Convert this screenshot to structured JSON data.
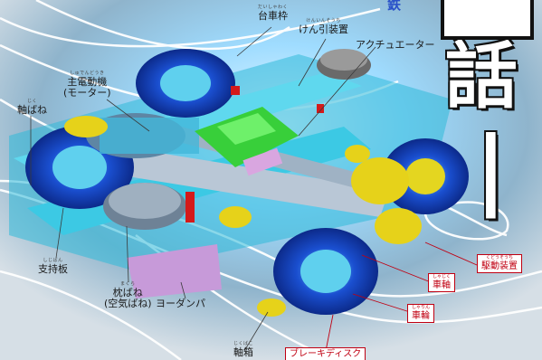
{
  "title": {
    "small": "鉄",
    "chars": [
      "話",
      "|"
    ]
  },
  "labels": {
    "daishawaku": {
      "ruby": "だいしゃわく",
      "text": "台車枠"
    },
    "kenin": {
      "ruby": "けんいんそうち",
      "text": "けん引装置"
    },
    "actuator": {
      "ruby": "",
      "text": "アクチュエーター"
    },
    "motor": {
      "ruby": "しゅでんどうき",
      "text": "主電動機",
      "sub": "(モーター)"
    },
    "jikubane": {
      "ruby": "じく",
      "text": "軸ばね"
    },
    "shijiban": {
      "ruby": "しじばん",
      "text": "支持板"
    },
    "makurabane": {
      "ruby": "まくら",
      "text": "枕ばね",
      "sub": "(空気ばね)"
    },
    "yawdamper": {
      "ruby": "",
      "text": "ヨーダンパ"
    },
    "jikubako": {
      "ruby": "じくばこ",
      "text": "軸箱"
    },
    "kudou": {
      "ruby": "くどうそうち",
      "text": "駆動装置"
    },
    "shajiku": {
      "ruby": "しゃじく",
      "text": "車軸"
    },
    "sharin": {
      "ruby": "しゃりん",
      "text": "車輪"
    },
    "brake": {
      "ruby": "",
      "text": "ブレーキディスク"
    }
  },
  "colors": {
    "background_glow": "#8fd3ff",
    "frame_cyan": "#3fd0e6",
    "wheel_blue": "#1f3fb0",
    "gear_yellow": "#e6d21a",
    "green_part": "#3bd13b",
    "purple_part": "#c69ad8",
    "accent_red": "#c00012"
  }
}
